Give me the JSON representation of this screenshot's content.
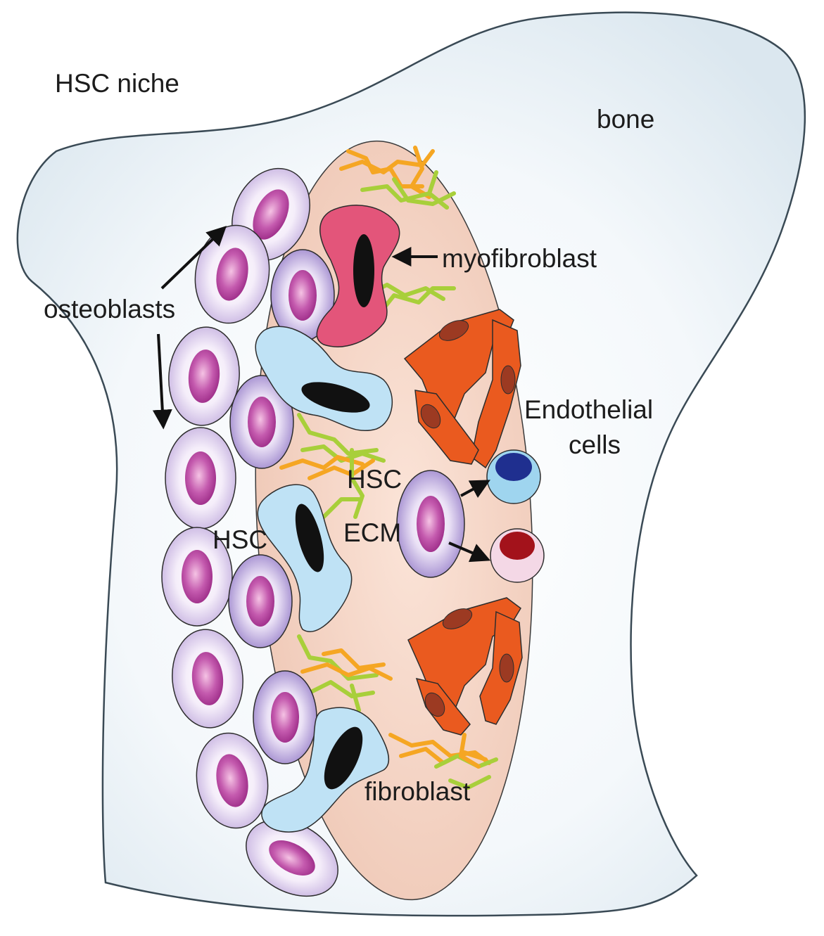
{
  "labels": {
    "hsc_niche": "HSC niche",
    "bone": "bone",
    "myofibroblast": "myofibroblast",
    "osteoblasts": "osteoblasts",
    "endothelial_line1": "Endothelial",
    "endothelial_line2": "cells",
    "hsc_upper": "HSC",
    "hsc_left": "HSC",
    "ecm": "ECM",
    "fibroblast": "fibroblast"
  },
  "colors": {
    "bone_fill": "#e6eff5",
    "bone_stroke": "#3a4a55",
    "niche_fill": "#f3d3c4",
    "osteoblast_outer": "#d7c7ea",
    "osteoblast_nucleus": "#a43590",
    "hsc_cell": "#bfe2f5",
    "myofibroblast": "#e3557a",
    "endothelial": "#ea5a1f",
    "endothelial_nucleus": "#9c3a22",
    "fiber_orange": "#f5a623",
    "fiber_green": "#a8cf3a",
    "progeny_blue": "#1f2f8f",
    "progeny_red": "#a3121b"
  }
}
